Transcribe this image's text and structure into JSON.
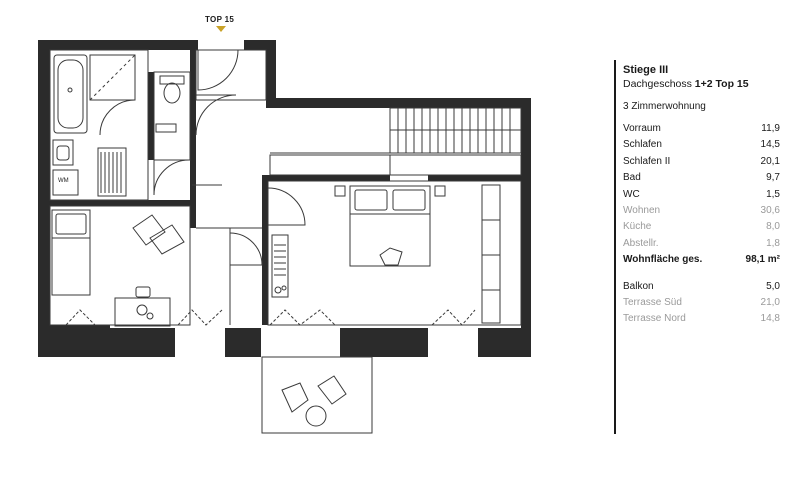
{
  "marker": {
    "label": "TOP 15",
    "arrow_color": "#c9a227"
  },
  "info": {
    "title": "Stiege III",
    "floor_prefix": "Dachgeschoss ",
    "floor_bold": "1+2 Top 15",
    "type": "3 Zimmerwohnung",
    "rooms": [
      {
        "name": "Vorraum",
        "area": "11,9",
        "muted": false
      },
      {
        "name": "Schlafen",
        "area": "14,5",
        "muted": false
      },
      {
        "name": "Schlafen II",
        "area": "20,1",
        "muted": false
      },
      {
        "name": "Bad",
        "area": "9,7",
        "muted": false
      },
      {
        "name": "WC",
        "area": "1,5",
        "muted": false
      },
      {
        "name": "Wohnen",
        "area": "30,6",
        "muted": true
      },
      {
        "name": "Küche",
        "area": "8,0",
        "muted": true
      },
      {
        "name": "Abstellr.",
        "area": "1,8",
        "muted": true
      }
    ],
    "total": {
      "name": "Wohnfläche ges.",
      "area": "98,1 m²"
    },
    "outdoor": [
      {
        "name": "Balkon",
        "area": "5,0",
        "muted": false
      },
      {
        "name": "Terrasse Süd",
        "area": "21,0",
        "muted": true
      },
      {
        "name": "Terrasse Nord",
        "area": "14,8",
        "muted": true
      }
    ]
  },
  "plan_labels": {
    "washer": "WM"
  },
  "colors": {
    "wall": "#2b2b2b",
    "line": "#3a3a3a",
    "muted_text": "#9a9a9a"
  }
}
